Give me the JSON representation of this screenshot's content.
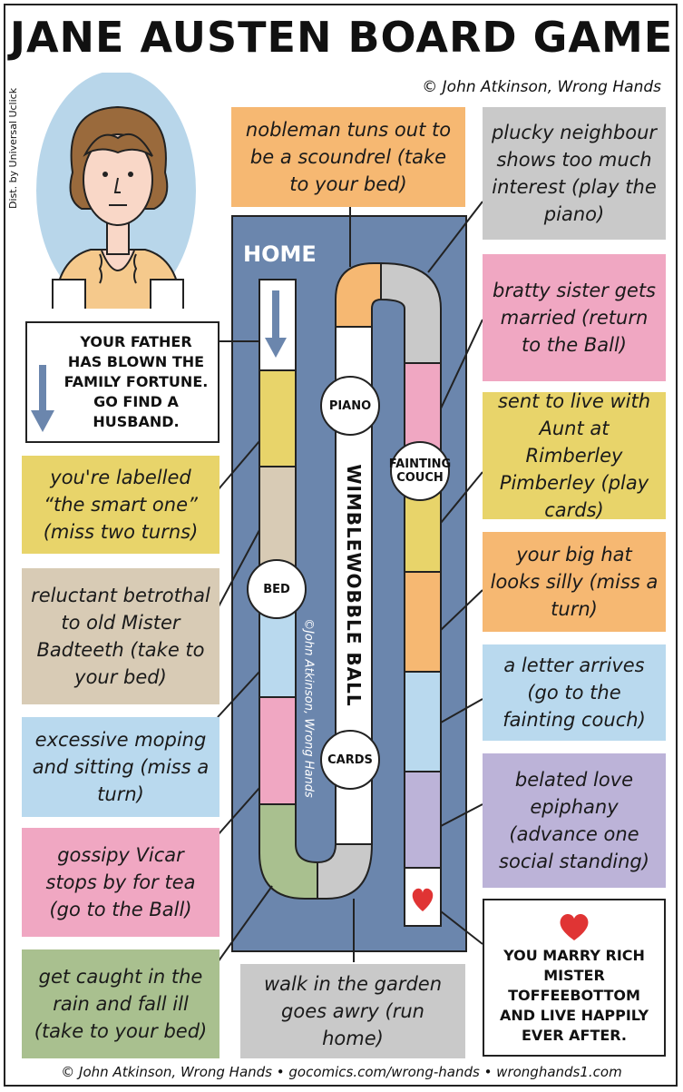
{
  "title": "JANE AUSTEN BOARD GAME",
  "credit_top": "© John Atkinson, Wrong Hands",
  "dist": "Dist. by Universal Uclick",
  "start_text": "YOUR FATHER HAS BLOWN THE FAMILY FORTUNE. GO FIND A HUSBAND.",
  "home_label": "HOME",
  "ball_label": "WIMBLEWOBBLE BALL",
  "board_credit": "©John Atkinson, Wrong Hands",
  "circles": {
    "piano": "PIANO",
    "fainting": "FAINTING COUCH",
    "bed": "BED",
    "cards": "CARDS"
  },
  "boxes": {
    "smart": "you're labelled “the smart one” (miss two turns)",
    "betrothal": "reluctant betrothal to old Mister Badteeth (take to your bed)",
    "moping": "excessive moping and sitting (miss a turn)",
    "vicar": "gossipy Vicar stops by for tea (go to the Ball)",
    "rain": "get caught in the rain and fall ill (take to your bed)",
    "garden": "walk in the garden goes awry (run home)",
    "nobleman": "nobleman tuns out to be a scoundrel (take to your bed)",
    "neighbour": "plucky neighbour shows too much interest (play the piano)",
    "sister": "bratty sister gets married (return to the Ball)",
    "aunt": "sent to live with Aunt at Rimberley Pimberley (play cards)",
    "hat": "your big hat looks silly (miss a turn)",
    "letter": "a letter arrives (go to the fainting couch)",
    "epiphany": "belated love epiphany (advance one social standing)"
  },
  "end_text": "YOU MARRY RICH MISTER TOFFEEBOTTOM AND LIVE HAPPILY EVER AFTER.",
  "footer": "© John Atkinson, Wrong Hands • gocomics.com/wrong-hands • wronghands1.com",
  "colors": {
    "board": "#6b86ad",
    "yellow": "#e8d46a",
    "tan": "#d8cbb5",
    "blue": "#b9d9ee",
    "pink": "#f0a7c2",
    "green": "#a9c08f",
    "gray": "#c9c9c9",
    "orange": "#f6b872",
    "purple": "#bcb3d8",
    "heart": "#e03434"
  }
}
